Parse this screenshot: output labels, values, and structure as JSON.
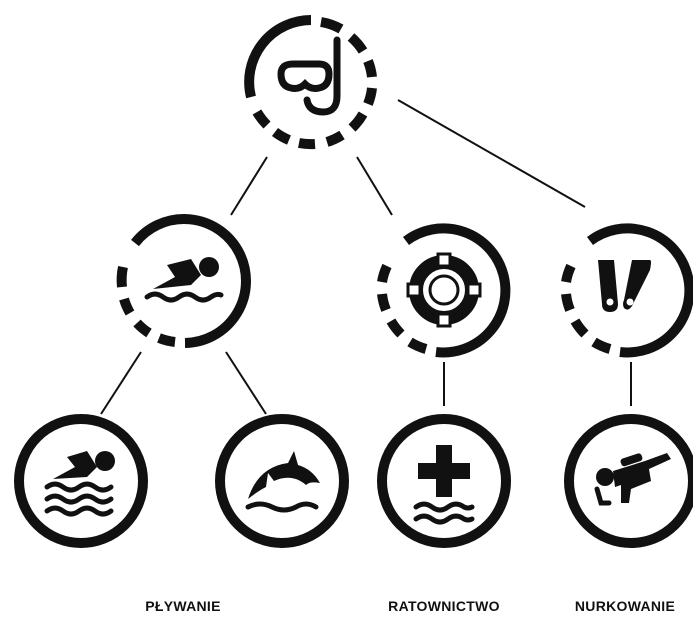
{
  "colors": {
    "ink": "#111111",
    "background": "#ffffff"
  },
  "nodes": {
    "root": {
      "icon": "snorkel-mask-icon"
    },
    "swimming": {
      "icon": "swimmer-icon"
    },
    "rescue": {
      "icon": "life-buoy-icon"
    },
    "diving": {
      "icon": "flippers-icon"
    },
    "swim_pool": {
      "icon": "swimmer-waves-icon"
    },
    "dolphin": {
      "icon": "dolphin-icon"
    },
    "first_aid": {
      "icon": "medical-cross-waves-icon"
    },
    "scuba": {
      "icon": "scuba-diver-icon"
    }
  },
  "captions": {
    "swimming": "PŁYWANIE",
    "rescue": "RATOWNICTWO",
    "diving": "NURKOWANIE"
  }
}
